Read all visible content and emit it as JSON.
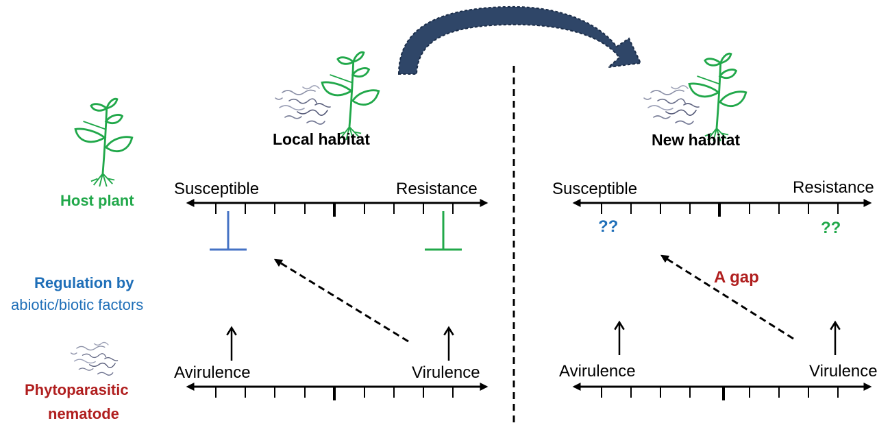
{
  "left_panel": {
    "title": "Local habitat",
    "host_axis": {
      "left": "Susceptible",
      "right": "Resistance"
    },
    "nematode_axis": {
      "left": "Avirulence",
      "right": "Virulence"
    }
  },
  "right_panel": {
    "title": "New habitat",
    "host_axis": {
      "left": "Susceptible",
      "right": "Resistance"
    },
    "nematode_axis": {
      "left": "Avirulence",
      "right": "Virulence"
    },
    "unknown_susceptible": "??",
    "unknown_resistance": "??",
    "gap_label": "A gap"
  },
  "row_labels": {
    "host_plant": "Host plant",
    "regulation_line1": "Regulation by",
    "regulation_line2": "abiotic/biotic factors",
    "nematode_line1": "Phytoparasitic",
    "nematode_line2": "nematode"
  },
  "colors": {
    "plant_green": "#21a84a",
    "regulation_blue": "#1f6fb8",
    "nematode_red": "#b01e1e",
    "transfer_arrow": "#2f4668",
    "susceptible_marker": "#4472c4",
    "resistance_marker": "#21a84a"
  },
  "icons": [
    "plant-icon",
    "nematode-icon",
    "transfer-arrow",
    "inhibition-marker"
  ]
}
